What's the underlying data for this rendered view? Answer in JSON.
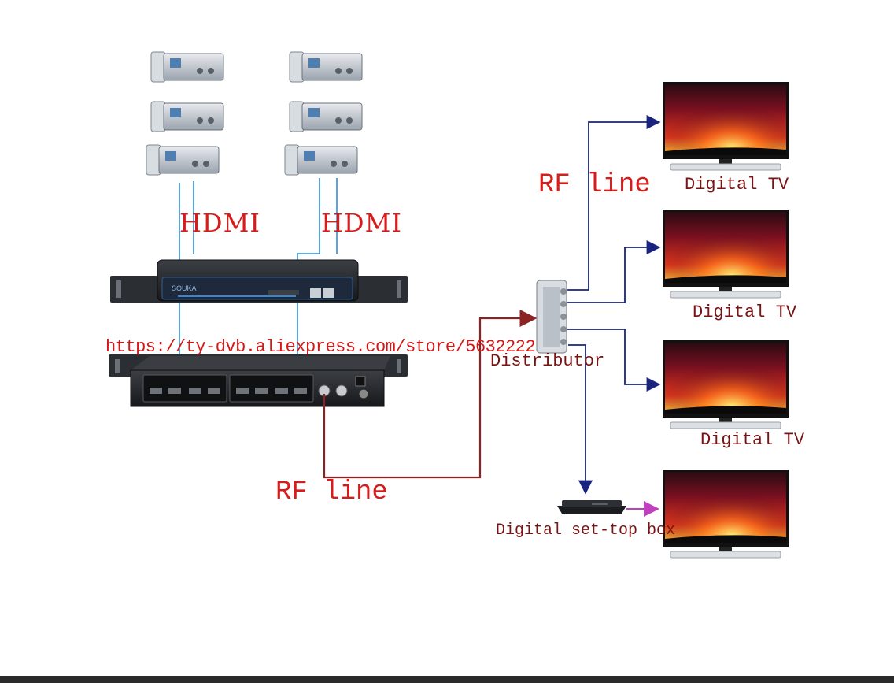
{
  "labels": {
    "hdmi_left": "HDMI",
    "hdmi_right": "HDMI",
    "url": "https://ty-dvb.aliexpress.com/store/5632222",
    "rf_line_left": "RF line",
    "rf_line_right": "RF line",
    "distributor": "Distributor",
    "tv1": "Digital TV",
    "tv2": "Digital TV",
    "tv3": "Digital TV",
    "set_top_box": "Digital set-top box"
  },
  "device_text": {
    "encoder_brand": "SOUKA"
  },
  "colors": {
    "hdmi_line": "#2e8fd6",
    "rf_line": "#8b2323",
    "tv_arrow": "#1a237e",
    "stb_arrow": "#c040c0",
    "label_red": "#d81c1c"
  },
  "icons": [
    "set-top-box-icon",
    "remote-icon",
    "encoder-icon",
    "modulator-icon",
    "splitter-icon",
    "tv-icon"
  ]
}
